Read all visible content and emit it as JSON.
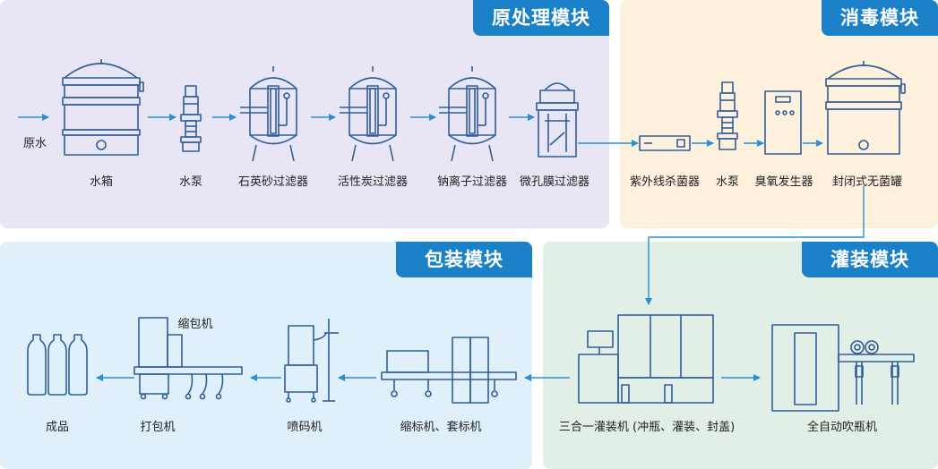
{
  "modules": {
    "pretreatment": "原处理模块",
    "disinfection": "消毒模块",
    "packaging": "包装模块",
    "filling": "灌装模块"
  },
  "labels": {
    "raw_water": "原水",
    "water_tank": "水箱",
    "pump1": "水泵",
    "quartz_filter": "石英砂过滤器",
    "carbon_filter": "活性炭过滤器",
    "sodium_filter": "钠离子过滤器",
    "microporous_filter": "微孔膜过滤器",
    "uv_sterilizer": "紫外线杀菌器",
    "pump2": "水泵",
    "ozone_generator": "臭氧发生器",
    "sealed_tank": "封闭式无菌罐",
    "finished_product": "成品",
    "packer": "打包机",
    "shrink_packer": "缩包机",
    "inkjet_printer": "喷码机",
    "labeler": "缩标机、套标机",
    "filler": "三合一灌装机 (冲瓶、灌装、封盖)",
    "blow_molder": "全自动吹瓶机"
  },
  "colors": {
    "accent": "#1a80c8",
    "line": "#2f5d9a",
    "pretreatment_bg": "#e8e6f4",
    "disinfection_bg": "#fdf1dd",
    "packaging_bg": "#dff0fa",
    "filling_bg": "#e2efe6"
  }
}
